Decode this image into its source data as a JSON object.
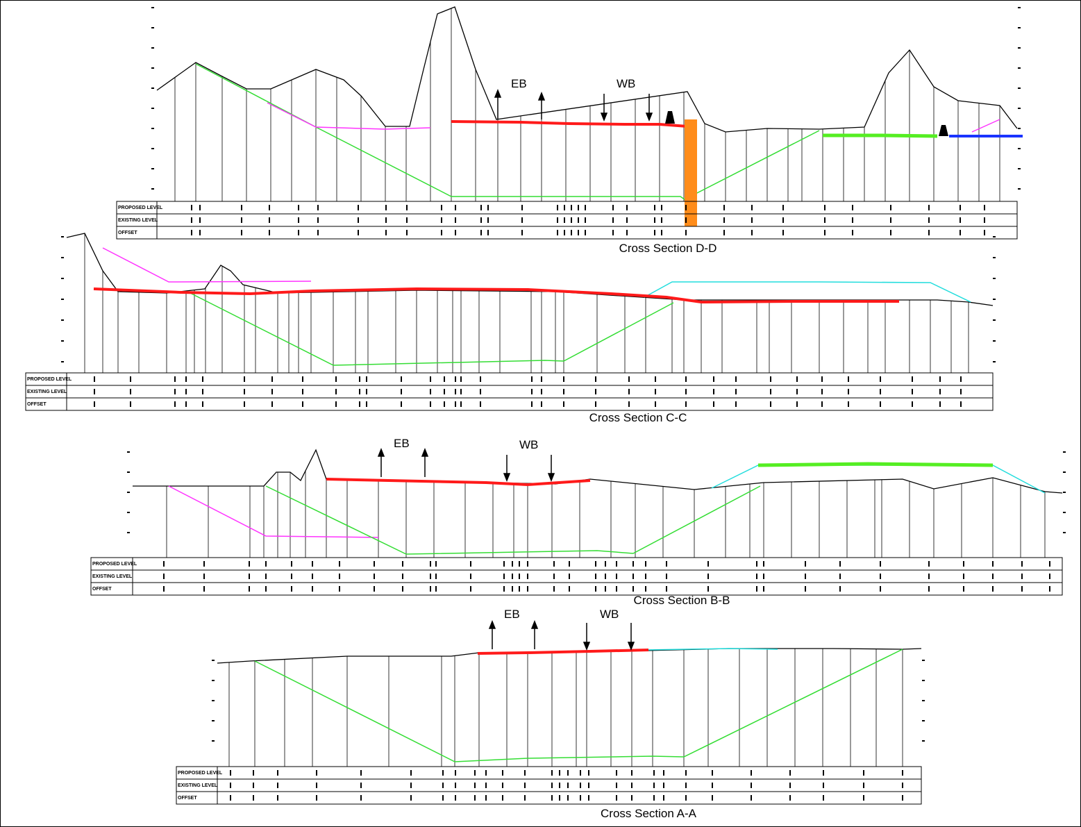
{
  "drawing": {
    "row_labels": [
      "PROPOSED LEVEL",
      "EXISTING LEVEL",
      "OFFSET"
    ],
    "direction_labels": {
      "eastbound": "EB",
      "westbound": "WB"
    },
    "colors": {
      "ground": "#000000",
      "excavation": "#33dd33",
      "proposed_road": "#ff1a1a",
      "fill_limit": "#ff33ff",
      "embankment": "#22dddd",
      "green_band": "#55ee22",
      "blue_band": "#1a33ff",
      "pier": "#ff8c1a"
    },
    "sections": [
      {
        "caption": "Cross Section D-D"
      },
      {
        "caption": "Cross Section C-C"
      },
      {
        "caption": "Cross Section B-B"
      },
      {
        "caption": "Cross Section A-A"
      }
    ]
  }
}
